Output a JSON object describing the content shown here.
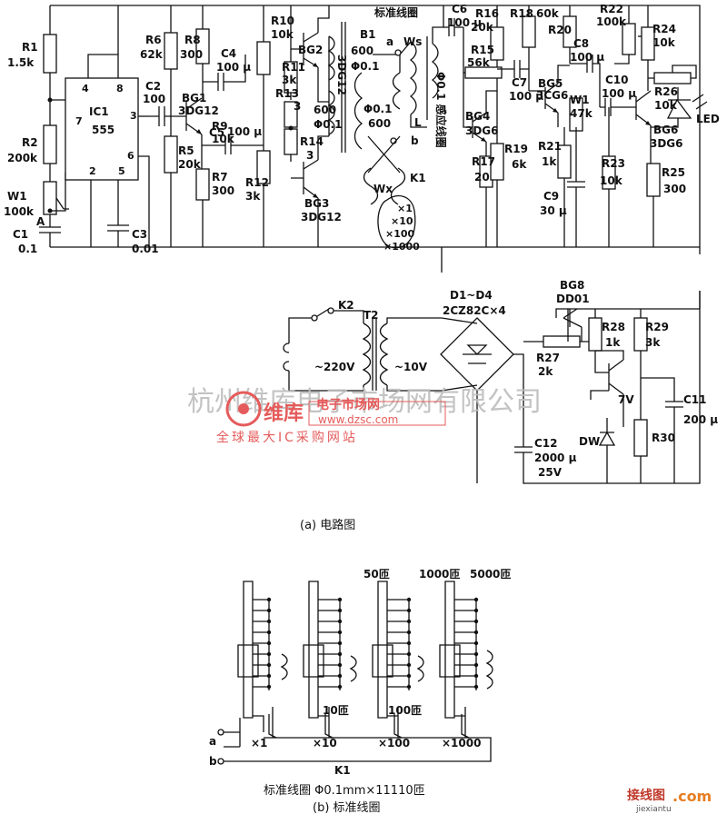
{
  "labels": {
    "r1": "R1",
    "r1v": "1.5k",
    "r2": "R2",
    "r2v": "200k",
    "w1": "W1",
    "w1v": "100k",
    "a": "A",
    "c1": "C1",
    "c1v": "0.1",
    "c3": "C3",
    "c3v": "0.01",
    "ic1": "IC1",
    "ic1v": "555",
    "pin4": "4",
    "pin8": "8",
    "pin7": "7",
    "pin3": "3",
    "pin2": "2",
    "pin5": "5",
    "pin6": "6",
    "r6": "R6",
    "r6v": "62k",
    "r8": "R8",
    "r8v": "300",
    "c2": "C2",
    "c2v": "100",
    "c4": "C4",
    "c4v": "100 μ",
    "bg1": "BG1",
    "bg1v": "3DG12",
    "r9": "R9",
    "r9v": "10k",
    "c5": "C5",
    "c5v": "100 μ",
    "r5": "R5",
    "r5v": "20k",
    "r7": "R7",
    "r7v": "300",
    "r10": "R10",
    "r10v": "10k",
    "r11": "R11",
    "r11v": "3k",
    "r13": "R13",
    "r13v": "3",
    "bg2": "BG2",
    "bg2v": "3DG12",
    "r12": "R12",
    "r12v": "3k",
    "r14": "R14",
    "r14v": "3",
    "bg3": "BG3",
    "bg3v": "3DG12",
    "std_coil": "标准线圈",
    "b1": "B1",
    "b1v": "600",
    "b1w": "Φ0.1",
    "sec": "600",
    "secw": "Φ0.1",
    "ws": "Ws",
    "wx": "Wx",
    "pa": "a",
    "pb": "b",
    "p01": "Φ0.1",
    "p600": "600",
    "L": "L",
    "k1": "K1",
    "range1": "×1",
    "range2": "×10",
    "range3": "×100",
    "range4": "×1000",
    "c6": "C6",
    "c6v": "100 μ",
    "ind_coil": "Φ0.1 感应线圈",
    "r16": "R16",
    "r16v": "20k",
    "r18": "R18",
    "r15": "R15",
    "r15v": "56k",
    "c7": "C7",
    "c7v": "100 μ",
    "bg4": "BG4",
    "bg4v": "3DG6",
    "r17": "R17",
    "r17v": "20",
    "r19": "R19",
    "r19v": "6k",
    "r20": "R20",
    "r20top": "60k",
    "c8": "C8",
    "c8v": "100 μ",
    "bg5": "BG5",
    "bg5v": "3CG6",
    "w1b": "W1",
    "w1bv": "47k",
    "r21": "R21",
    "r21v": "1k",
    "c9": "C9",
    "c9v": "30 μ",
    "r22": "R22",
    "r22v": "100k",
    "c10": "C10",
    "c10v": "100 μ",
    "r24": "R24",
    "r24v": "10k",
    "r26": "R26",
    "r26v": "10k",
    "led": "LED",
    "bg6": "BG6",
    "bg6v": "3DG6",
    "r23": "R23",
    "r23v": "10k",
    "r25": "R25",
    "r25v": "300",
    "k2": "K2",
    "t2": "T2",
    "v220": "~220V",
    "v10": "~10V",
    "d14": "D1~D4",
    "d14v": "2CZ82C×4",
    "bg8": "BG8",
    "bg8v": "DD01",
    "r27": "R27",
    "r27v": "2k",
    "r28": "R28",
    "r28v": "1k",
    "r29": "R29",
    "r29v": "3k",
    "v7": "7V",
    "dw": "DW",
    "c11": "C11",
    "c11v": "200 μ",
    "r30": "R30",
    "c12": "C12",
    "c12v": "2000 μ",
    "c12v2": "25V",
    "cap_a": "(a) 电路图",
    "t50": "50匝",
    "t1000": "1000匝",
    "t5000": "5000匝",
    "t10": "10匝",
    "t100": "100匝",
    "b_a": "a",
    "b_b": "b",
    "bx1": "×1",
    "bx10": "×10",
    "bx100": "×100",
    "bx1000": "×1000",
    "bk1": "K1",
    "std_spec": "标准线圈  Φ0.1mm×11110匝",
    "cap_b": "(b) 标准线圈"
  },
  "watermark": {
    "company": "杭州维库电子市场网有限公司",
    "brand": "维库",
    "url": "www.dzsc.com",
    "site": "电子市场网",
    "slogan": "全球最大IC采购网站",
    "corner_logo": "接线图",
    "corner_url": "jiexiantu",
    "corner_com": ".com"
  }
}
